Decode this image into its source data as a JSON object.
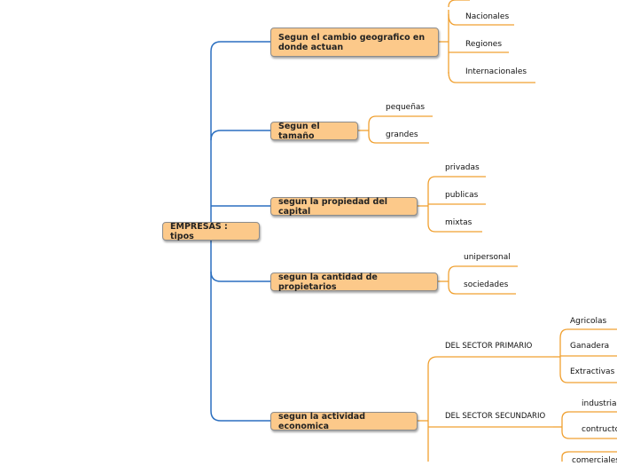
{
  "root": {
    "label": "EMPRESAS : tipos"
  },
  "branches": [
    {
      "label": "Segun el cambio geografico en donde actuan",
      "leaves": [
        "Nacionales",
        "Regiones",
        "Internacionales"
      ]
    },
    {
      "label": "Segun el tamaño",
      "leaves": [
        "pequeñas",
        "grandes"
      ]
    },
    {
      "label": "segun la propiedad del capital",
      "leaves": [
        "privadas",
        "publicas",
        "mixtas"
      ]
    },
    {
      "label": "segun la cantidad de propietarios",
      "leaves": [
        "unipersonal",
        "sociedades"
      ]
    },
    {
      "label": "segun la actividad economica",
      "sectors": [
        {
          "label": "DEL SECTOR PRIMARIO",
          "leaves": [
            "Agricolas",
            "Ganadera",
            "Extractivas"
          ]
        },
        {
          "label": "DEL SECTOR SECUNDARIO",
          "leaves": [
            "industria",
            "contructo"
          ]
        },
        {
          "label": "",
          "leaves": [
            "comerciales"
          ]
        }
      ]
    }
  ],
  "colors": {
    "node_fill": "#fcc98a",
    "trunk_line": "#2b6fc0",
    "leaf_line": "#f0a030"
  }
}
